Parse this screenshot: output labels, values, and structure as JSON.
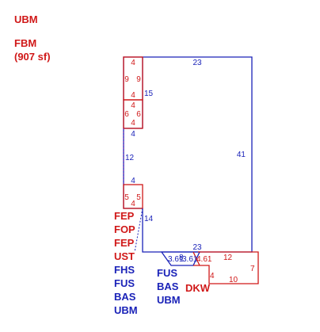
{
  "header": {
    "top_code": "UBM",
    "area_code": "FBM",
    "area_value": "(907 sf)"
  },
  "colors": {
    "red": "#d01818",
    "blue": "#1a22b8",
    "purple": "#7a3ab0"
  },
  "left_stack": {
    "items": [
      {
        "text": "FEP",
        "color": "red"
      },
      {
        "text": "FOP",
        "color": "red"
      },
      {
        "text": "FEP",
        "color": "red"
      },
      {
        "text": "UST",
        "color": "red"
      },
      {
        "text": "FHS",
        "color": "blue"
      },
      {
        "text": "FUS",
        "color": "blue"
      },
      {
        "text": "BAS",
        "color": "blue"
      },
      {
        "text": "UBM",
        "color": "blue"
      }
    ]
  },
  "bottom_stack": {
    "items": [
      {
        "text": "FUS",
        "color": "blue"
      },
      {
        "text": "BAS",
        "color": "blue"
      },
      {
        "text": "UBM",
        "color": "blue"
      }
    ]
  },
  "deck_label": "DKW",
  "dimensions": {
    "main_top": "23",
    "main_right": "41",
    "main_bottom": "23",
    "left_upper": "15",
    "left_middle": "12",
    "left_lower": "14",
    "box1_top": "4",
    "box1_left": "9",
    "box1_right": "9",
    "box1_bottom": "4",
    "box2_top": "4",
    "box2_left": "6",
    "box2_right": "6",
    "box2_bottom": "4",
    "step_mid": "4",
    "box3_top": "4",
    "box3_left": "5",
    "box3_right": "5",
    "box3_bottom": "4",
    "trap_a": "3.61",
    "trap_b": "8",
    "trap_c": "3.61",
    "deck_trap": "4.61",
    "deck_top": "12",
    "deck_right": "7",
    "deck_left": "4",
    "deck_bottom": "10"
  }
}
